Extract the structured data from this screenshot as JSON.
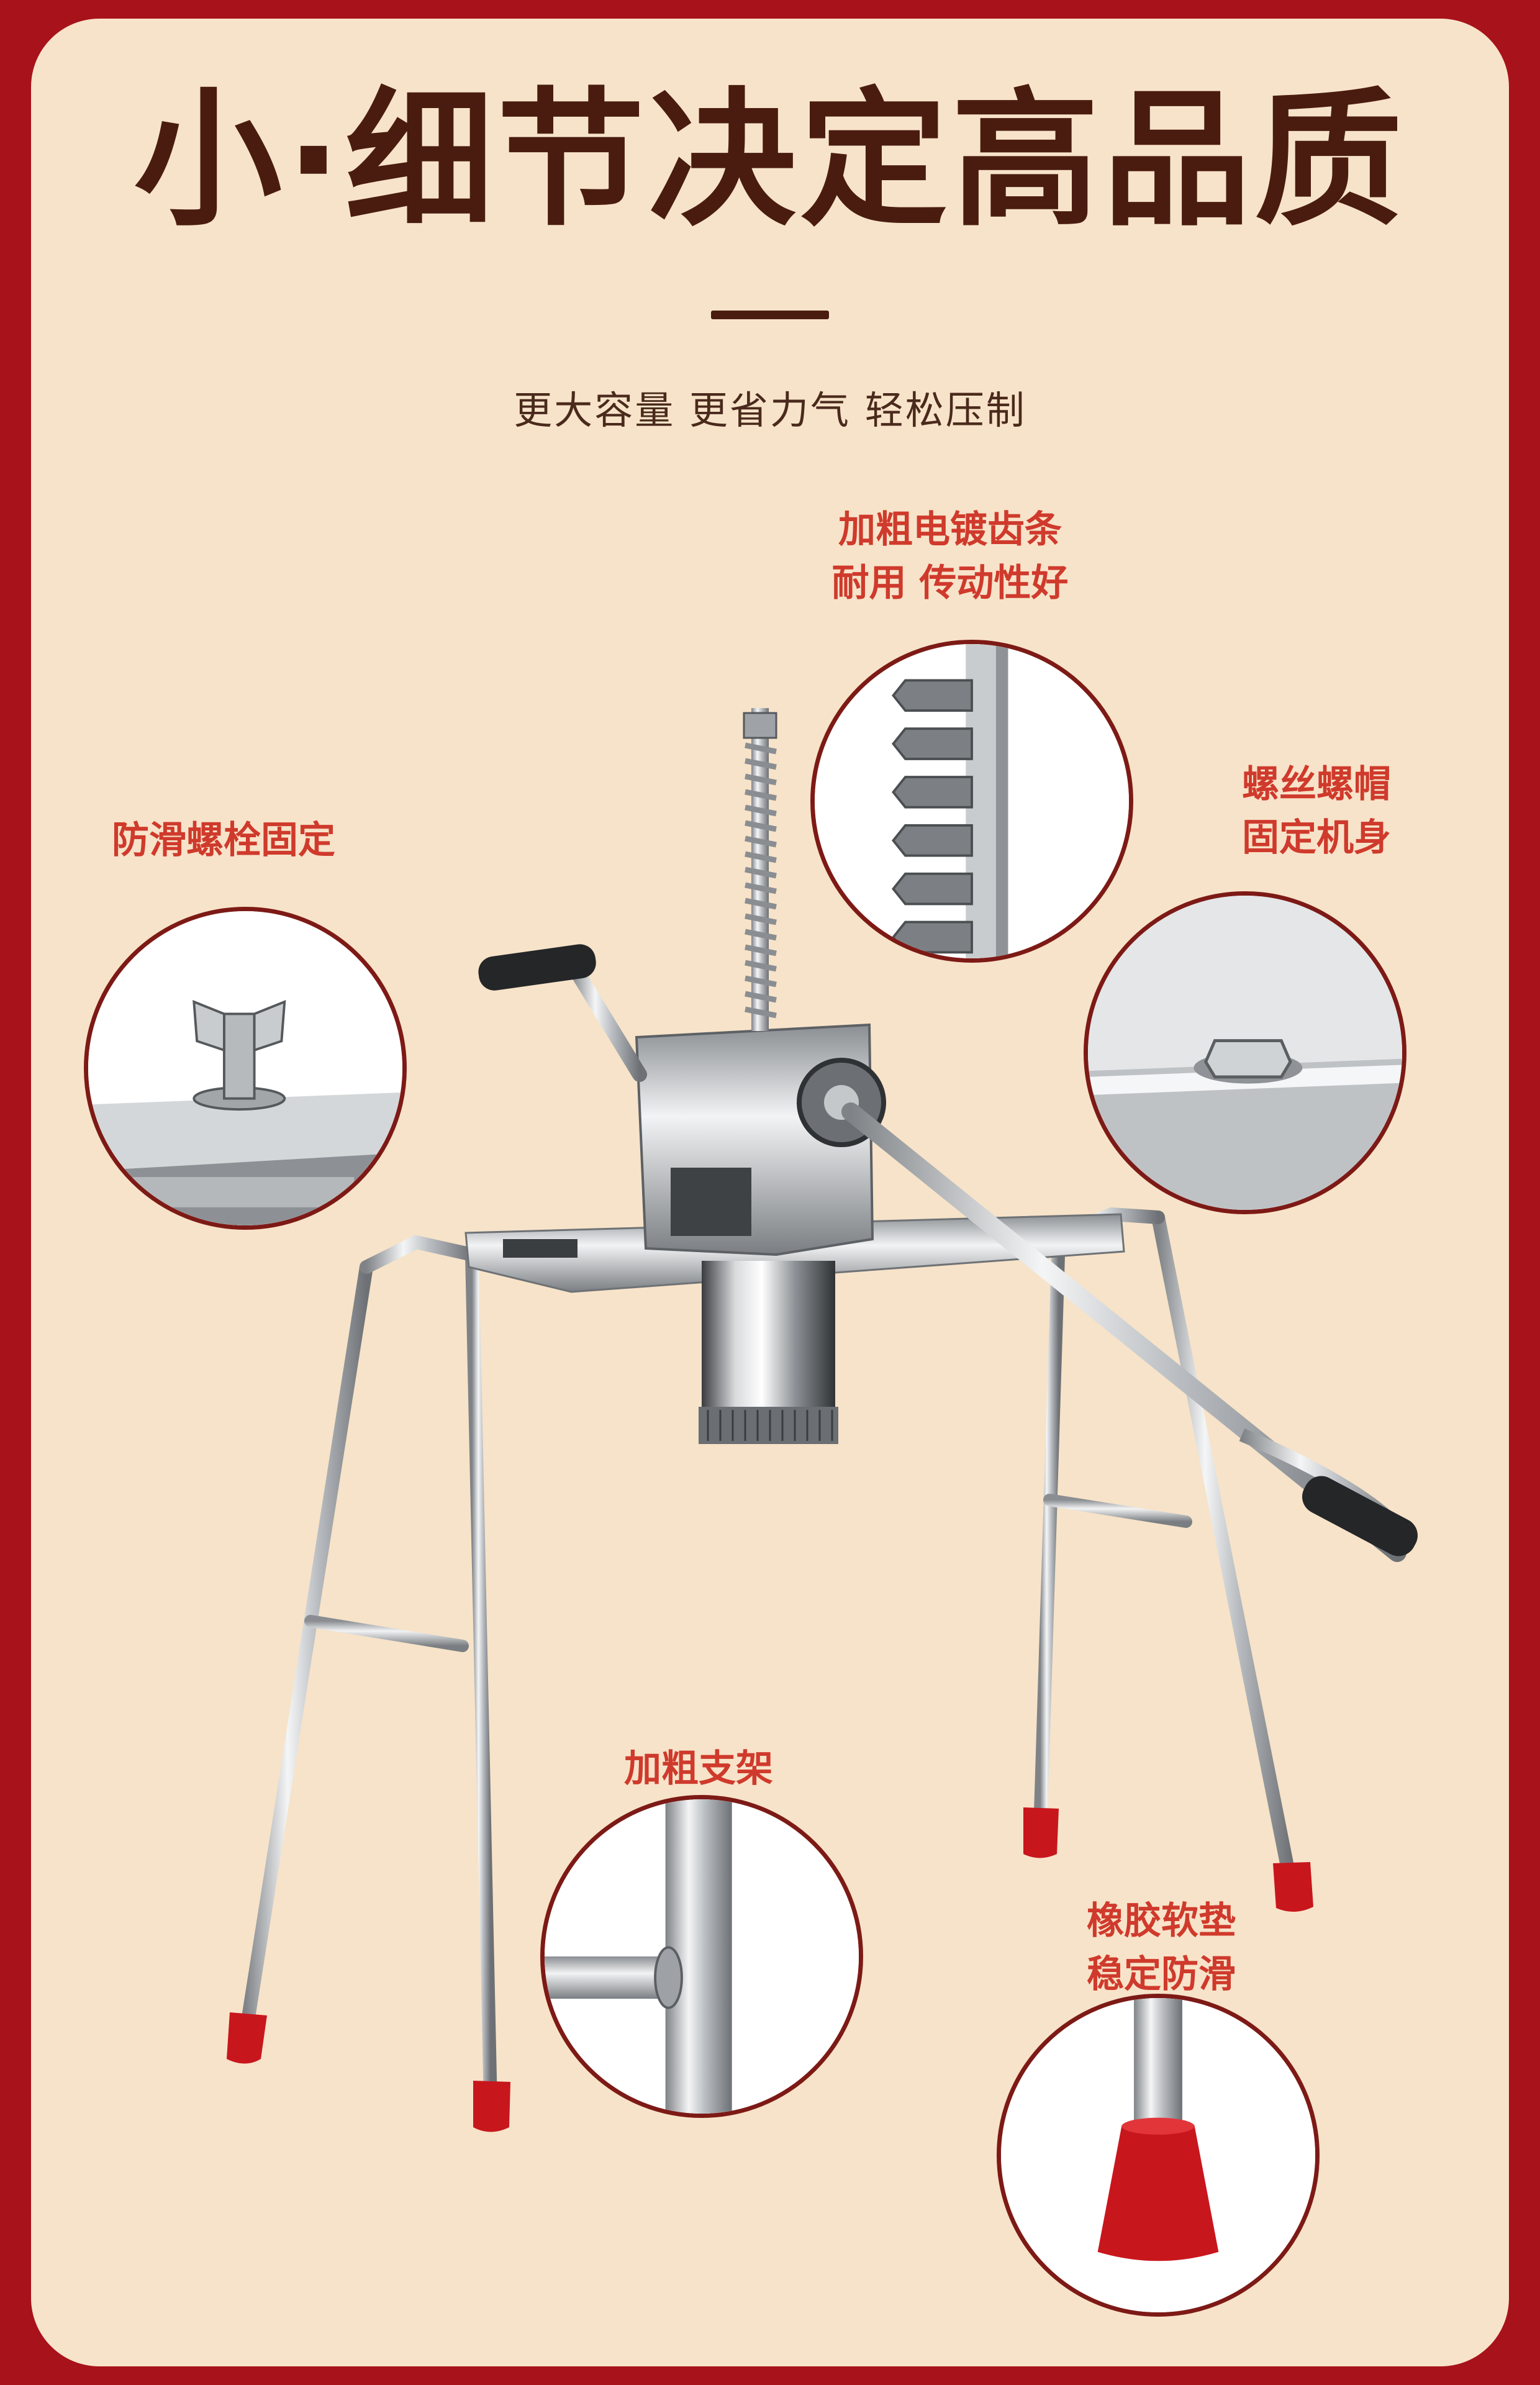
{
  "title": "小·细节决定高品质",
  "subtitle": "更大容量 更省力气 轻松压制",
  "callouts": {
    "rack": [
      "加粗电镀齿条",
      "耐用 传动性好"
    ],
    "bolt": [
      "防滑螺栓固定"
    ],
    "nut": [
      "螺丝螺帽",
      "固定机身"
    ],
    "frame": [
      "加粗支架"
    ],
    "pad": [
      "橡胶软垫",
      "稳定防滑"
    ]
  },
  "colors": {
    "border": "#a8121a",
    "panel": "#f7e3c9",
    "title": "#4a1c10",
    "callout": "#cf3a2c",
    "rubber": "#c8161d"
  },
  "icons": [
    "rack-gear-detail",
    "wing-bolt-detail",
    "hex-nut-detail",
    "welded-joint-detail",
    "rubber-foot-detail"
  ]
}
